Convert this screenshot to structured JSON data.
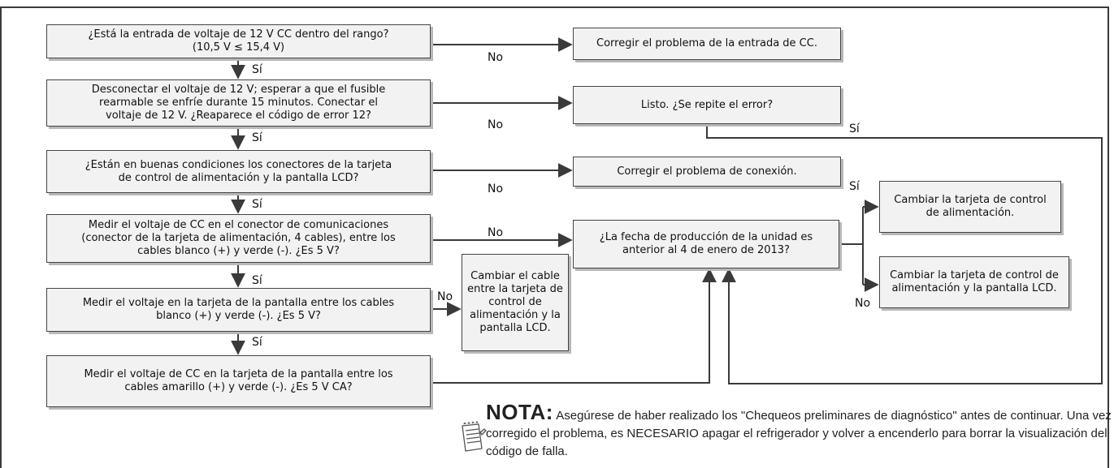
{
  "flowchart": {
    "decisions": {
      "d1": "¿Está la entrada de voltaje de 12 V CC dentro del rango?\n(10,5 V ≤ 15,4 V)",
      "d2": "Desconectar el voltaje de 12 V; esperar a que el fusible\nrearmable se enfríe durante 15 minutos. Conectar el\nvoltaje de 12 V. ¿Reaparece el código de error 12?",
      "d3": "¿Están en buenas condiciones los conectores de la tarjeta\nde control de alimentación y la pantalla LCD?",
      "d4": "Medir el voltaje de CC en el conector de comunicaciones\n(conector de la tarjeta de alimentación, 4 cables), entre los\ncables blanco (+) y verde (-). ¿Es 5 V?",
      "d5": "Medir el voltaje en la tarjeta de la pantalla entre los cables\nblanco (+) y verde (-). ¿Es 5 V?",
      "d6": "Medir el voltaje de CC en la tarjeta de la pantalla entre los\ncables amarillo (+) y verde (-). ¿Es 5 V CA?",
      "d7": "¿La fecha de producción de la unidad es\nanterior al 4 de enero de 2013?"
    },
    "actions": {
      "a1": "Corregir el problema de la entrada de CC.",
      "a2": "Listo. ¿Se repite el error?",
      "a3": "Corregir el problema de conexión.",
      "a4": "Cambiar el cable\nentre la tarjeta de\ncontrol de\nalimentación y la\npantalla LCD.",
      "a5": "Cambiar la tarjeta de control\nde alimentación.",
      "a6": "Cambiar la tarjeta de control de\nalimentación y la pantalla LCD."
    },
    "labels": {
      "yes": "Sí",
      "no": "No"
    }
  },
  "note": {
    "title": "NOTA:",
    "text": "Asegúrese de haber realizado los \"Chequeos preliminares de diagnóstico\" antes de continuar. Una vez corregido el problema, es NECESARIO apagar el refrigerador y volver a encenderlo para borrar la visualización del código de falla.",
    "icon": "notepad-pencil-icon"
  }
}
